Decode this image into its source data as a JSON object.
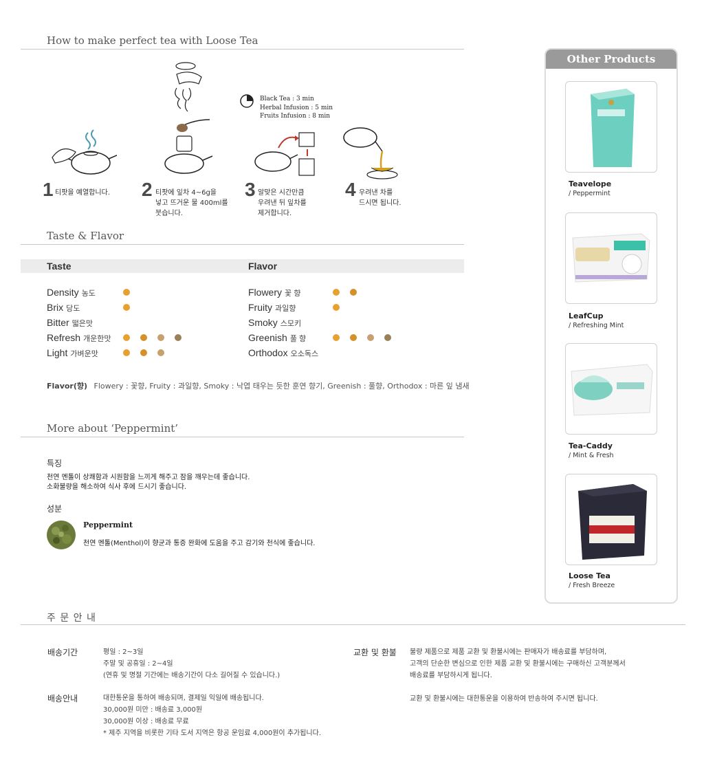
{
  "howto": {
    "title": "How to make perfect tea with Loose Tea",
    "timer_lines": "Black Tea : 3 min\nHerbal Infusion : 5 min\nFruits Infusion : 8 min",
    "steps": [
      {
        "num": "1",
        "text": "티팟을 예열합니다."
      },
      {
        "num": "2",
        "text": "티팟에 잎차 4~6g을\n넣고 뜨거운 물 400ml를\n붓습니다."
      },
      {
        "num": "3",
        "text": "알맞은 시간만큼\n우려낸 뒤 잎차를\n제거합니다."
      },
      {
        "num": "4",
        "text": "우려낸 차를\n드시면 됩니다."
      }
    ]
  },
  "taste_flavor": {
    "title": "Taste & Flavor",
    "taste_header": "Taste",
    "flavor_header": "Flavor",
    "taste_rows": [
      {
        "en": "Density",
        "ko": "농도",
        "dots": 1
      },
      {
        "en": "Brix",
        "ko": "당도",
        "dots": 1
      },
      {
        "en": "Bitter",
        "ko": "떫은맛",
        "dots": 0
      },
      {
        "en": "Refresh",
        "ko": "개운한맛",
        "dots": 4
      },
      {
        "en": "Light",
        "ko": "가벼운맛",
        "dots": 3
      }
    ],
    "flavor_rows": [
      {
        "en": "Flowery",
        "ko": "꽃 향",
        "dots": 2
      },
      {
        "en": "Fruity",
        "ko": "과일향",
        "dots": 1
      },
      {
        "en": "Smoky",
        "ko": "스모키",
        "dots": 0
      },
      {
        "en": "Greenish",
        "ko": "풀 향",
        "dots": 4
      },
      {
        "en": "Orthodox",
        "ko": "오소독스",
        "dots": 0
      }
    ],
    "legend_label": "Flavor(향)",
    "legend_text": "Flowery : 꽃향, Fruity : 과일향, Smoky : 낙엽 태우는 듯한 훈연 향기, Greenish : 풀향, Orthodox : 마른 잎 냄새",
    "dot_colors": [
      "#e8a030",
      "#d4902a",
      "#c8a070",
      "#9a8058"
    ]
  },
  "more_about": {
    "title": "More about ‘Peppermint’",
    "feature_label": "특징",
    "feature_text_1": "천연 멘톨이 상쾌함과 시원함을 느끼게 해주고 잠을 깨우는데 좋습니다.",
    "feature_text_2": "소화불량을 해소하여 식사 후에 드시기 좋습니다.",
    "ingredient_label": "성분",
    "ingredient_name": "Peppermint",
    "ingredient_text": "천연 멘톨(Menthol)이 향균과 통증 완화에 도움을 주고 감기와 천식에 좋습니다."
  },
  "other_products": {
    "title": "Other Products",
    "items": [
      {
        "name": "Teavelope",
        "sub": "/ Peppermint"
      },
      {
        "name": "LeafCup",
        "sub": "/ Refreshing Mint"
      },
      {
        "name": "Tea-Caddy",
        "sub": "/ Mint & Fresh"
      },
      {
        "name": "Loose Tea",
        "sub": "/ Fresh Breeze"
      }
    ]
  },
  "order": {
    "title": "주 문 안 내",
    "delivery_period_label": "배송기간",
    "delivery_period_lines": [
      "평일 : 2~3일",
      "주말 및 공휴일 : 2~4일",
      "(연휴 및 명절 기간에는 배송기간이 다소 길어질 수 있습니다.)"
    ],
    "delivery_info_label": "배송안내",
    "delivery_info_lines": [
      "대한통운을 통하여 배송되며, 결제일 익일에 배송됩니다.",
      "30,000원 미만 : 배송료 3,000원",
      "30,000원 이상 : 배송료 무료",
      "* 제주 지역을 비롯한 기타 도서 지역은 항공 운임료 4,000원이 추가됩니다."
    ],
    "exchange_label": "교환 및 환불",
    "exchange_lines": [
      "불량 제품으로 제품 교환 및 환불시에는 판매자가 배송료를 부담하며,",
      "고객의 단순한 변심으로 인한 제품 교환 및 환불시에는 구매하신 고객분께서",
      "배송료를 부담하시게 됩니다."
    ],
    "exchange_note": "교환 및 환불시에는 대한통운을 이용하여 반송하여 주시면 됩니다."
  }
}
